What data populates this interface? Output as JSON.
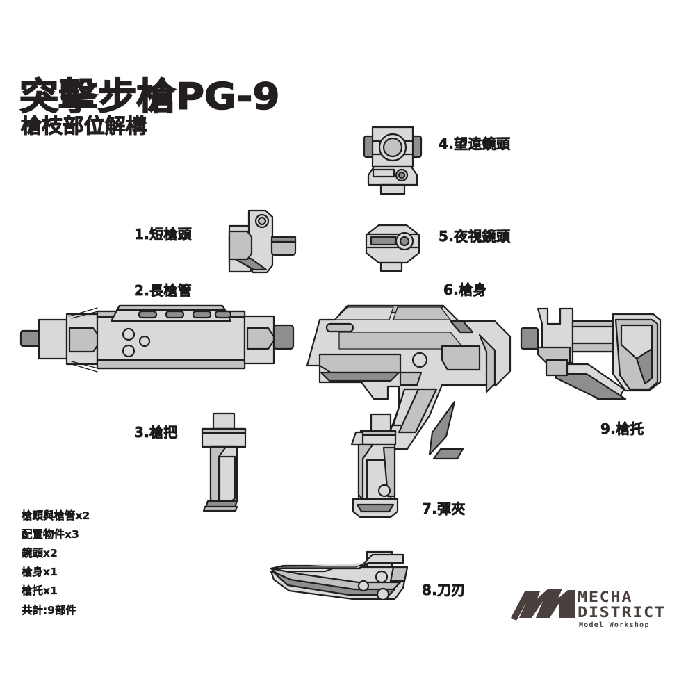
{
  "sheet": {
    "title_main": "突擊步槍PG-9",
    "title_sub": "槍枝部位解構",
    "background_color": "#ffffff",
    "line_color": "#231f20",
    "part_fill_light": "#d9d9d9",
    "part_fill_shadow": "#8e8e8e",
    "logo_color": "#4a413e"
  },
  "parts": [
    {
      "id": 1,
      "label": "1.短槍頭",
      "name": "short-barrel-head"
    },
    {
      "id": 2,
      "label": "2.長槍管",
      "name": "long-barrel"
    },
    {
      "id": 3,
      "label": "3.槍把",
      "name": "pistol-grip"
    },
    {
      "id": 4,
      "label": "4.望遠鏡頭",
      "name": "telescopic-scope"
    },
    {
      "id": 5,
      "label": "5.夜視鏡頭",
      "name": "night-vision-scope"
    },
    {
      "id": 6,
      "label": "6.槍身",
      "name": "receiver-body"
    },
    {
      "id": 7,
      "label": "7.彈夾",
      "name": "magazine"
    },
    {
      "id": 8,
      "label": "8.刀刃",
      "name": "blade"
    },
    {
      "id": 9,
      "label": "9.槍托",
      "name": "stock"
    }
  ],
  "bill_of_materials": {
    "lines": [
      "槍頭與槍管x2",
      "配置物件x3",
      "鏡頭x2",
      "槍身x1",
      "槍托x1",
      "共計:9部件"
    ]
  },
  "logo": {
    "mark": "stylized-m-monogram",
    "line1": "MECHA",
    "line2": "DISTRICT",
    "tagline": "Model Workshop"
  }
}
